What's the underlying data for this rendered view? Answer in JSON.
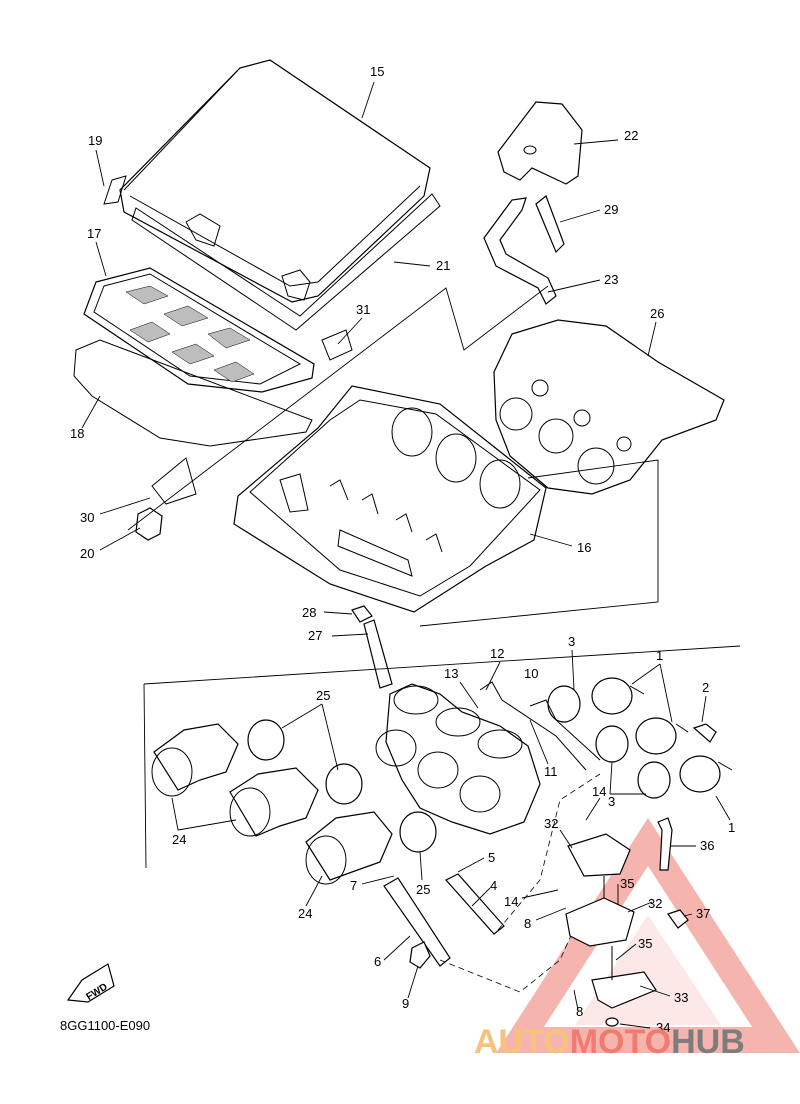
{
  "callouts": [
    {
      "id": "c15",
      "text": "15"
    },
    {
      "id": "c19",
      "text": "19"
    },
    {
      "id": "c17",
      "text": "17"
    },
    {
      "id": "c21",
      "text": "21"
    },
    {
      "id": "c31",
      "text": "31"
    },
    {
      "id": "c18",
      "text": "18"
    },
    {
      "id": "c22",
      "text": "22"
    },
    {
      "id": "c29",
      "text": "29"
    },
    {
      "id": "c23",
      "text": "23"
    },
    {
      "id": "c26",
      "text": "26"
    },
    {
      "id": "c30",
      "text": "30"
    },
    {
      "id": "c20",
      "text": "20"
    },
    {
      "id": "c16",
      "text": "16"
    },
    {
      "id": "c28",
      "text": "28"
    },
    {
      "id": "c27",
      "text": "27"
    },
    {
      "id": "c3a",
      "text": "3"
    },
    {
      "id": "c1a",
      "text": "1"
    },
    {
      "id": "c12",
      "text": "12"
    },
    {
      "id": "c13",
      "text": "13"
    },
    {
      "id": "c10",
      "text": "10"
    },
    {
      "id": "c2",
      "text": "2"
    },
    {
      "id": "c25a",
      "text": "25"
    },
    {
      "id": "c11",
      "text": "11"
    },
    {
      "id": "c14a",
      "text": "14"
    },
    {
      "id": "c3b",
      "text": "3"
    },
    {
      "id": "c1b",
      "text": "1"
    },
    {
      "id": "c32a",
      "text": "32"
    },
    {
      "id": "c36",
      "text": "36"
    },
    {
      "id": "c24a",
      "text": "24"
    },
    {
      "id": "c5",
      "text": "5"
    },
    {
      "id": "c35a",
      "text": "35"
    },
    {
      "id": "c7",
      "text": "7"
    },
    {
      "id": "c25b",
      "text": "25"
    },
    {
      "id": "c4",
      "text": "4"
    },
    {
      "id": "c14b",
      "text": "14"
    },
    {
      "id": "c32b",
      "text": "32"
    },
    {
      "id": "c24b",
      "text": "24"
    },
    {
      "id": "c8a",
      "text": "8"
    },
    {
      "id": "c37",
      "text": "37"
    },
    {
      "id": "c35b",
      "text": "35"
    },
    {
      "id": "c6",
      "text": "6"
    },
    {
      "id": "c33",
      "text": "33"
    },
    {
      "id": "c9",
      "text": "9"
    },
    {
      "id": "c8b",
      "text": "8"
    },
    {
      "id": "c34",
      "text": "34"
    }
  ],
  "fwd_label": "FWD",
  "diagram_code": "8GG1100-E090",
  "watermark": {
    "part1": "AUTO",
    "part2": "MOTO",
    "part3": "HUB",
    "color_1": "#f6c37a",
    "color_2": "#f07b6f",
    "color_3": "#7d7d7d"
  }
}
